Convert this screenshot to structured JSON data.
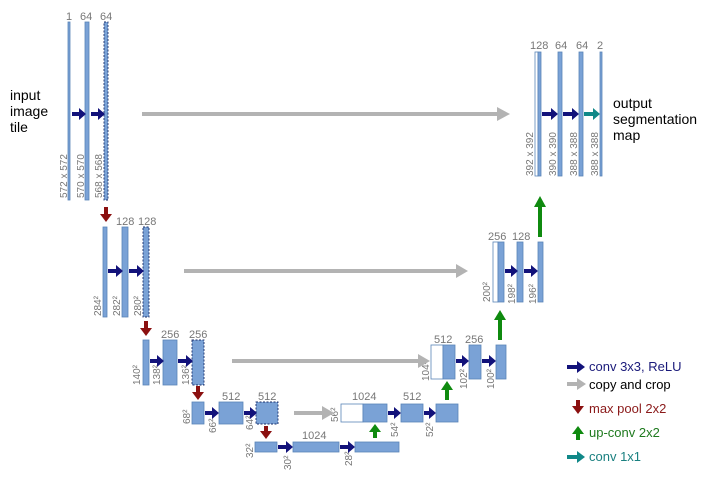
{
  "input_label": [
    "input",
    "image",
    "tile"
  ],
  "output_label": [
    "output",
    "segmentation",
    "map"
  ],
  "level1": {
    "channels": [
      "1",
      "64",
      "64"
    ],
    "sizes": [
      "572 x 572",
      "570 x 570",
      "568 x 568"
    ]
  },
  "level2": {
    "channels": [
      "128",
      "128"
    ],
    "sizes": [
      "284²",
      "282²",
      "280²"
    ]
  },
  "level3": {
    "channels": [
      "256",
      "256"
    ],
    "sizes": [
      "140²",
      "138²",
      "136²"
    ]
  },
  "level4": {
    "channels": [
      "512",
      "512"
    ],
    "sizes": [
      "68²",
      "66²",
      "64²"
    ]
  },
  "bottom": {
    "channels": [
      "1024"
    ],
    "sizes": [
      "32²",
      "30²",
      "28²"
    ]
  },
  "up4": {
    "channels": [
      "1024",
      "512"
    ],
    "sizes": [
      "56²",
      "54²",
      "52²"
    ]
  },
  "up3": {
    "channels": [
      "512",
      "256"
    ],
    "sizes": [
      "104²",
      "102²",
      "100²"
    ]
  },
  "up2": {
    "channels": [
      "256",
      "128"
    ],
    "sizes": [
      "200²",
      "198²",
      "196²"
    ]
  },
  "up1": {
    "channels": [
      "128",
      "64",
      "64",
      "2"
    ],
    "sizes": [
      "392 x 392",
      "390 x 390",
      "388 x 388",
      "388 x 388"
    ]
  },
  "legend": [
    {
      "icon": "conv-arrow-icon",
      "label": "conv 3x3, ReLU",
      "color": "#1a1a7a"
    },
    {
      "icon": "copy-arrow-icon",
      "label": "copy and crop",
      "color": "#000000"
    },
    {
      "icon": "maxpool-arrow-icon",
      "label": "max pool 2x2",
      "color": "#8b1a1a"
    },
    {
      "icon": "upconv-arrow-icon",
      "label": "up-conv 2x2",
      "color": "#1f7a1f"
    },
    {
      "icon": "conv1x1-arrow-icon",
      "label": "conv 1x1",
      "color": "#1a8080"
    }
  ],
  "colors": {
    "conv": "#12127a",
    "copy": "#b3b3b3",
    "pool": "#8b1010",
    "upconv": "#0f8a0f",
    "conv1x1": "#108888",
    "feature_map": "#7aa2d6"
  }
}
